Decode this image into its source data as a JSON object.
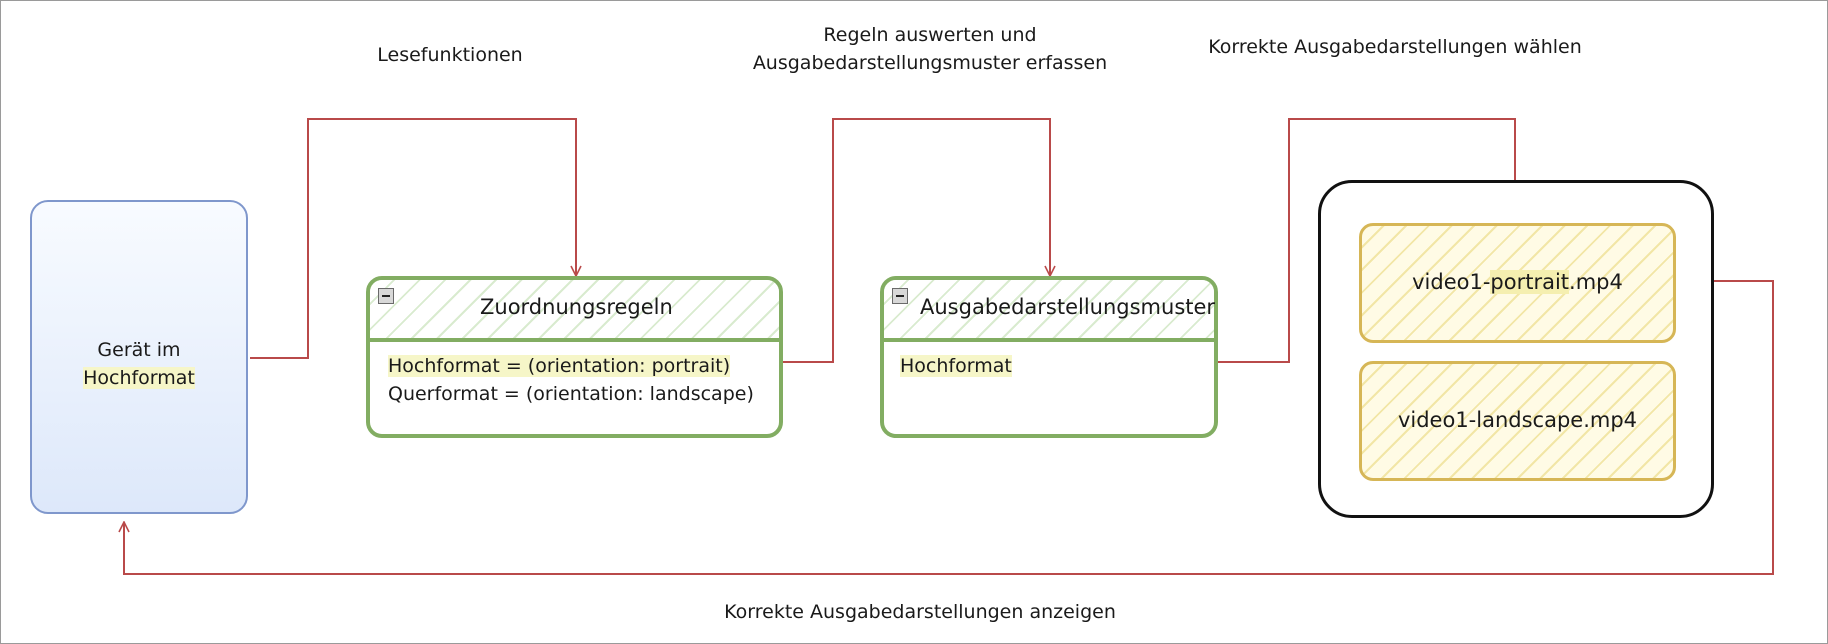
{
  "diagram": {
    "colors": {
      "arrow": "#b94a4a",
      "lane_border": "#82ad62",
      "device_border": "#7f97cc",
      "file_border": "#d6b656",
      "container_border": "#111111"
    },
    "edge_labels": {
      "read": "Lesefunktionen",
      "evaluate_line1": "Regeln auswerten und",
      "evaluate_line2": "Ausgabedarstellungsmuster erfassen",
      "choose": "Korrekte Ausgabedarstellungen wählen",
      "display": "Korrekte Ausgabedarstellungen anzeigen"
    },
    "device": {
      "line1": "Gerät im",
      "line2": "Hochformat"
    },
    "mapping_rules": {
      "title": "Zuordnungsregeln",
      "rule1": "Hochformat = (orientation: portrait)",
      "rule2": "Querformat = (orientation: landscape)"
    },
    "output_pattern": {
      "title": "Ausgabedarstellungsmuster",
      "value": "Hochformat"
    },
    "files": {
      "portrait_prefix": "video1-",
      "portrait_highlight": "portrait",
      "portrait_suffix": ".mp4",
      "landscape": "video1-landscape.mp4"
    }
  }
}
